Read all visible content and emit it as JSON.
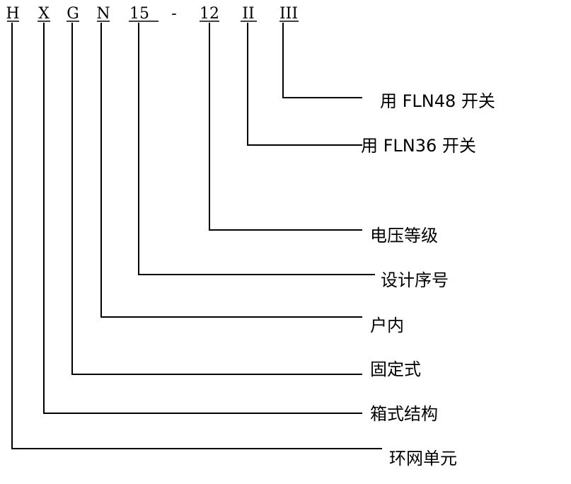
{
  "model_code": {
    "parts": [
      "H",
      "X",
      "G",
      "N",
      "15",
      "-",
      "12",
      "II",
      "III"
    ]
  },
  "meanings": [
    "用 FLN48 开关",
    "用 FLN36 开关",
    "电压等级",
    "设计序号",
    "户内",
    "固定式",
    "箱式结构",
    "环网单元"
  ]
}
